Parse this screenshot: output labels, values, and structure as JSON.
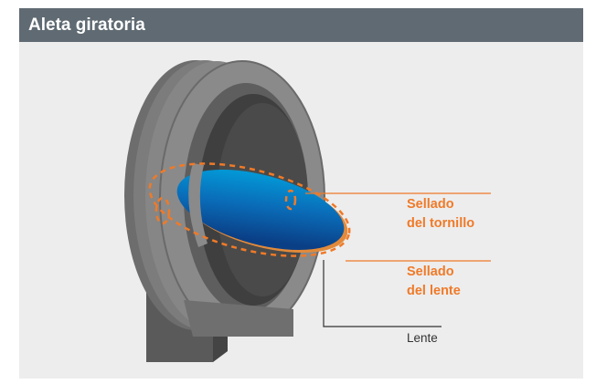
{
  "title": "Aleta giratoria",
  "labels": {
    "screw_seal_line1": "Sellado",
    "screw_seal_line2": "del tornillo",
    "lens_seal_line1": "Sellado",
    "lens_seal_line2": "del lente",
    "lens": "Lente"
  },
  "colors": {
    "header": "#5f6a72",
    "accent": "#f07a28",
    "lens_top": "#00a7e1",
    "lens_bottom": "#0a3f86",
    "frame": "#7a7a7a"
  }
}
